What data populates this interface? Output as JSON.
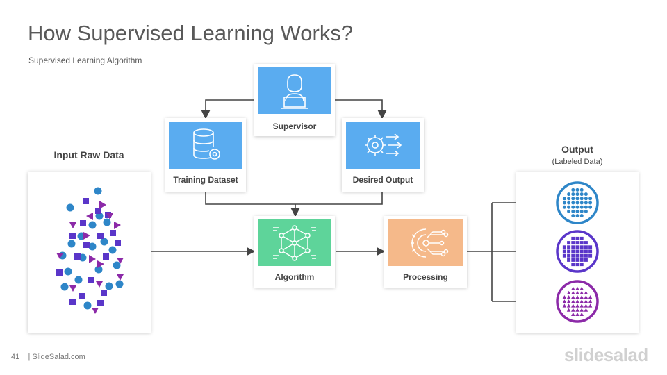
{
  "title": "How Supervised Learning Works?",
  "subtitle": "Supervised  Learning  Algorithm",
  "input_label": "Input Raw Data",
  "output_label": "Output",
  "output_sublabel": "(Labeled  Data)",
  "nodes": {
    "supervisor": {
      "label": "Supervisor",
      "color": "#5aacf0"
    },
    "training": {
      "label": "Training  Dataset",
      "color": "#5aacf0"
    },
    "desired": {
      "label": "Desired Output",
      "color": "#5aacf0"
    },
    "algorithm": {
      "label": "Algorithm",
      "color": "#5ed49a"
    },
    "processing": {
      "label": "Processing",
      "color": "#f5b98a"
    }
  },
  "colors": {
    "blue_dot": "#2e86c8",
    "purple": "#5a36c9",
    "magenta": "#8c2aa8",
    "line": "#444444"
  },
  "footer": {
    "page": "41",
    "site": "| SlideSalad.com"
  },
  "brand": "slidesalad"
}
